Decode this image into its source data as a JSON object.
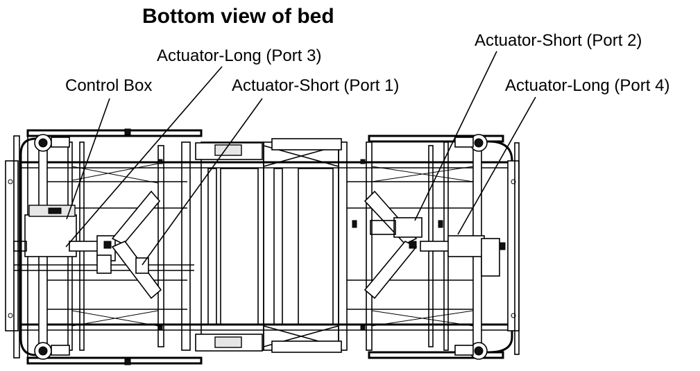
{
  "diagram": {
    "title": "Bottom view of bed",
    "labels": {
      "control_box": "Control Box",
      "actuator_long_port3": "Actuator-Long (Port 3)",
      "actuator_short_port1": "Actuator-Short (Port 1)",
      "actuator_short_port2": "Actuator-Short (Port 2)",
      "actuator_long_port4": "Actuator-Long (Port 4)"
    },
    "colors": {
      "line": "#000000",
      "background": "#ffffff"
    }
  }
}
